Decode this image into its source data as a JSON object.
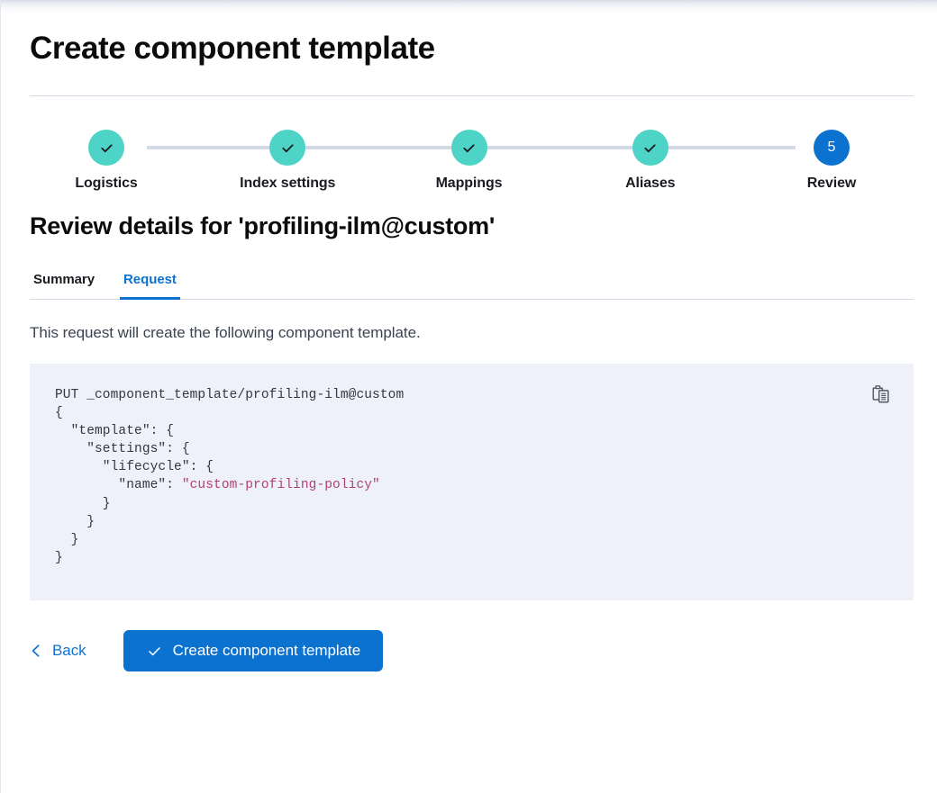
{
  "page": {
    "title": "Create component template"
  },
  "stepper": {
    "steps": [
      {
        "label": "Logistics",
        "state": "complete",
        "number": "1",
        "icon": "check-icon"
      },
      {
        "label": "Index settings",
        "state": "complete",
        "number": "2",
        "icon": "check-icon"
      },
      {
        "label": "Mappings",
        "state": "complete",
        "number": "3",
        "icon": "check-icon"
      },
      {
        "label": "Aliases",
        "state": "complete",
        "number": "4",
        "icon": "check-icon"
      },
      {
        "label": "Review",
        "state": "current",
        "number": "5",
        "icon": ""
      }
    ],
    "colors": {
      "complete": "#4dd4c6",
      "current": "#0b72d0",
      "line": "#d3dae6"
    }
  },
  "review": {
    "heading": "Review details for 'profiling-ilm@custom'",
    "template_name": "profiling-ilm@custom",
    "tabs": [
      {
        "label": "Summary",
        "active": false
      },
      {
        "label": "Request",
        "active": true
      }
    ],
    "description": "This request will create the following component template.",
    "request": {
      "method_line": "PUT _component_template/profiling-ilm@custom",
      "body_lines": [
        "{",
        "  \"template\": {",
        "    \"settings\": {",
        "      \"lifecycle\": {",
        "        \"name\": \"custom-profiling-policy\"",
        "      }",
        "    }",
        "  }",
        "}"
      ],
      "string_value": "\"custom-profiling-policy\"",
      "copy_icon": "copy-clipboard-icon"
    }
  },
  "footer": {
    "back_label": "Back",
    "back_icon": "chevron-left-icon",
    "submit_label": "Create component template",
    "submit_icon": "check-icon",
    "accent_color": "#0b72d0"
  }
}
